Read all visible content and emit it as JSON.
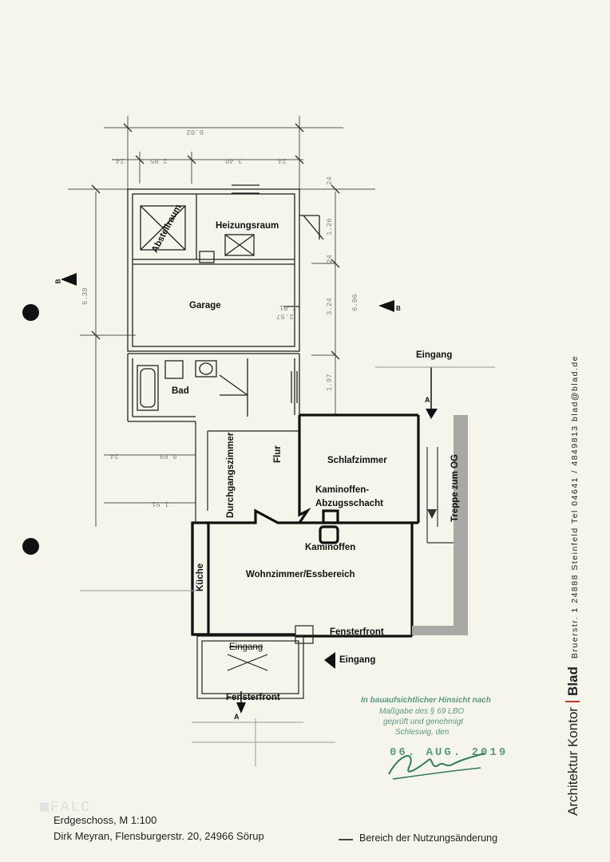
{
  "rooms": {
    "abstellraum": "Abstellraum",
    "heizungsraum": "Heizungsraum",
    "garage": "Garage",
    "bad": "Bad",
    "durchgangszimmer": "Durchgangszimmer",
    "flur": "Flur",
    "schlafzimmer": "Schlafzimmer",
    "kaminoffen_schacht_1": "Kaminoffen-",
    "kaminoffen_schacht_2": "Abzugsschacht",
    "kaminoffen": "Kaminoffen",
    "kueche": "Küche",
    "wohnzimmer": "Wohnzimmer/Essbereich",
    "treppe": "Treppe zum OG"
  },
  "annotations": {
    "eingang_top": "Eingang",
    "eingang_bottom": "Eingang",
    "eingang_struck": "Eingang",
    "fensterfront_right": "Fensterfront",
    "fensterfront_bottom": "Fensterfront",
    "section_a_top": "A",
    "section_a_bottom": "A",
    "section_b_right": "B",
    "section_b_left": "B"
  },
  "dimensions": {
    "d_top_total": "6.02",
    "d_top_1": "24",
    "d_top_2": "2.05",
    "d_top_3": "3.40",
    "d_top_4": "24",
    "d_left_height": "6.39",
    "d_right_height": "6.06",
    "d_right_1": "24",
    "d_right_2": "1.26",
    "d_right_3": "24",
    "d_right_4": "3.24",
    "d_right_5": "1.97",
    "d_mid_1": "24",
    "d_mid_2": "0.69",
    "d_mid_3": "1.51",
    "d_garage_1": "7.01",
    "d_garage_2": "2.57"
  },
  "stamp": {
    "line1": "In bauaufsichtlicher Hinsicht nach",
    "line2": "Maßgabe des § 69 LBO",
    "line3": "geprüft und genehmigt",
    "line4": "Schleswig, den",
    "date": "06. AUG. 2019"
  },
  "caption": {
    "line1": "Erdgeschoss, M 1:100",
    "line2": "Dirk Meyran, Flensburgerstr. 20, 24966 Sörup"
  },
  "legend": {
    "label": "Bereich der Nutzungsänderung"
  },
  "sidebar": {
    "firm_part1": "Architektur Kontor",
    "firm_part2": "Blad",
    "address": "Bruerstr. 1  24888 Steinfeld  Tel 04641 / 4849813  blad@blad.de"
  },
  "colors": {
    "paper": "#f5f5ec",
    "ink": "#111111",
    "stamp": "#3d8b6f",
    "separator": "#c0392b"
  }
}
